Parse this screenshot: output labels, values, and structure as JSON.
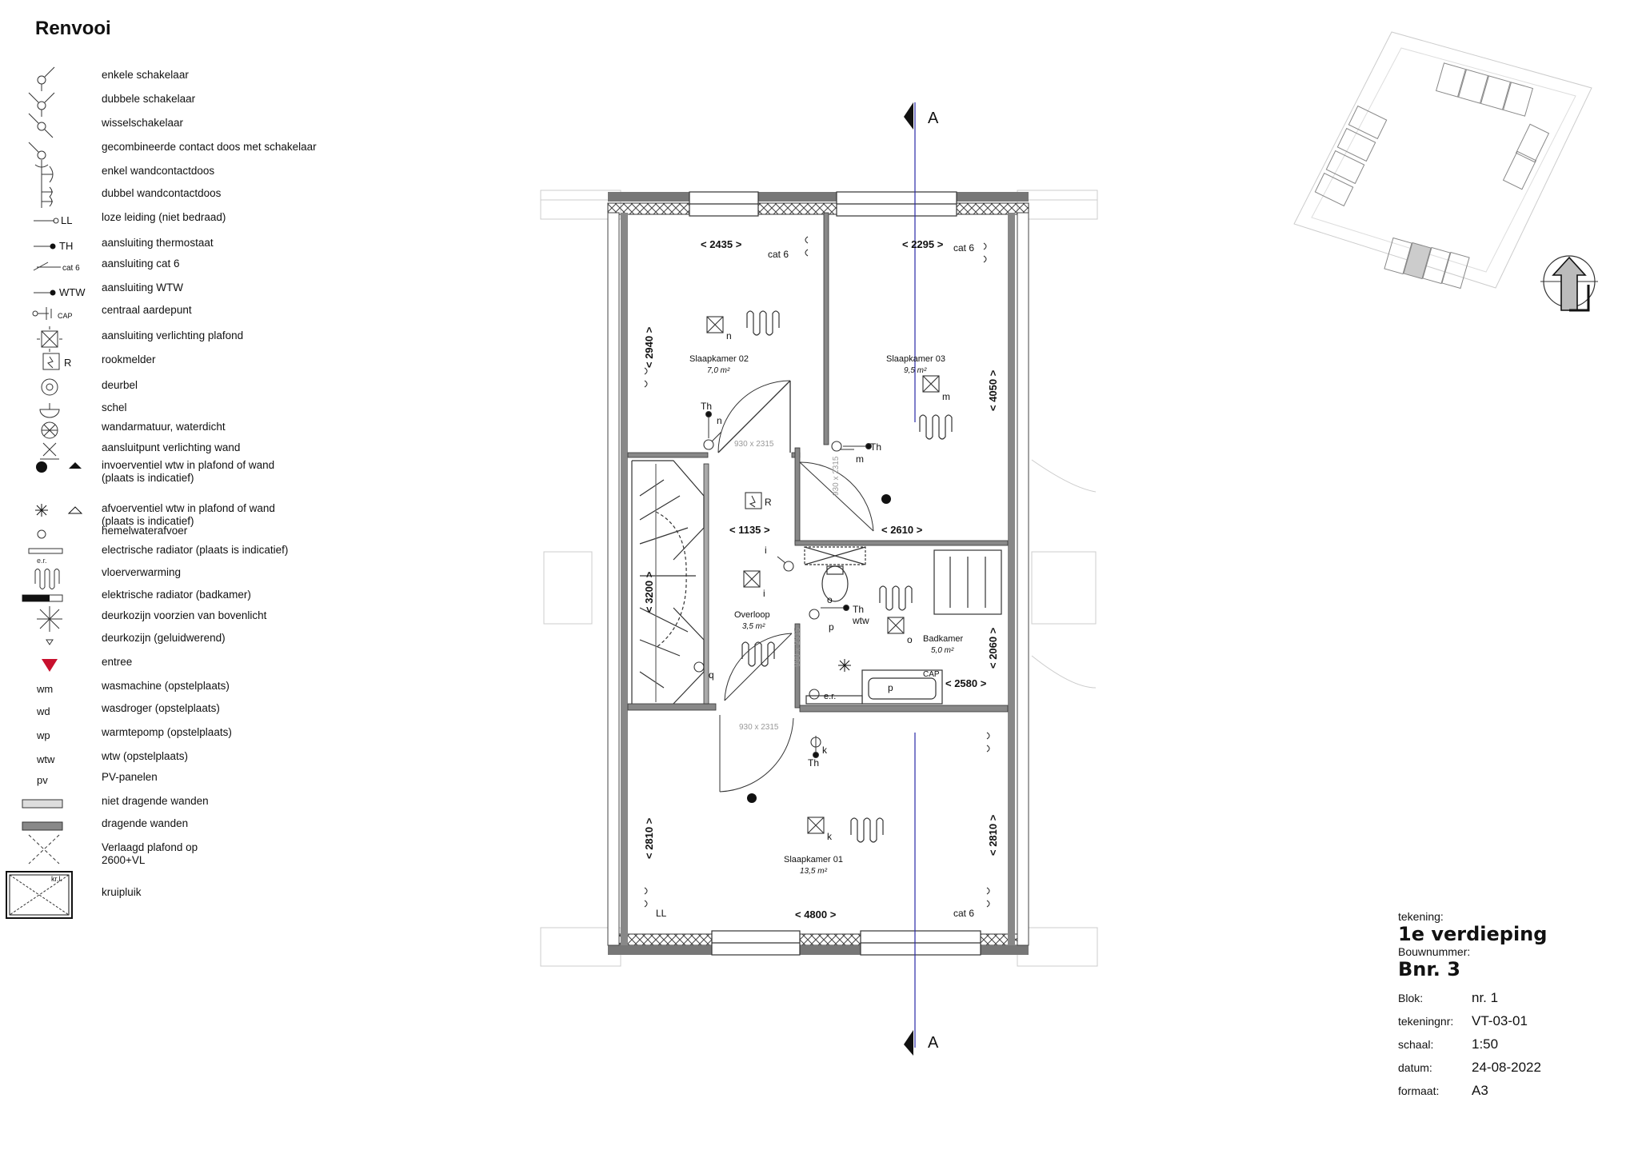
{
  "legend": {
    "title": "Renvooi",
    "items": [
      {
        "icon": "single-switch-icon",
        "label": "enkele schakelaar"
      },
      {
        "icon": "double-switch-icon",
        "label": "dubbele schakelaar"
      },
      {
        "icon": "changeover-switch-icon",
        "label": "wisselschakelaar"
      },
      {
        "icon": "combined-socket-switch-icon",
        "label": "gecombineerde contact doos met schakelaar"
      },
      {
        "icon": "single-socket-icon",
        "label": "enkel wandcontactdoos"
      },
      {
        "icon": "double-socket-icon",
        "label": "dubbel wandcontactdoos"
      },
      {
        "icon": "empty-conduit-icon",
        "label": "loze leiding (niet bedraad)",
        "tag": "LL"
      },
      {
        "icon": "thermostat-connection-icon",
        "label": "aansluiting thermostaat",
        "tag": "TH"
      },
      {
        "icon": "cat6-connection-icon",
        "label": "aansluiting cat 6",
        "tag": "cat 6"
      },
      {
        "icon": "wtw-connection-icon",
        "label": "aansluiting WTW",
        "tag": "WTW"
      },
      {
        "icon": "ground-point-icon",
        "label": "centraal aardepunt",
        "tag": "CAP"
      },
      {
        "icon": "ceiling-light-icon",
        "label": "aansluiting verlichting plafond"
      },
      {
        "icon": "smoke-detector-icon",
        "label": "rookmelder",
        "tag": "R"
      },
      {
        "icon": "doorbell-icon",
        "label": "deurbel"
      },
      {
        "icon": "chime-icon",
        "label": "schel"
      },
      {
        "icon": "waterproof-wall-fixture-icon",
        "label": "wandarmatuur, waterdicht"
      },
      {
        "icon": "wall-light-point-icon",
        "label": "aansluitpunt verlichting wand"
      },
      {
        "icon": "supply-vent-icon",
        "label": "invoerventiel wtw in plafond of wand\n(plaats is indicatief)"
      },
      {
        "icon": "exhaust-vent-icon",
        "label": "afvoerventiel wtw in plafond of wand\n(plaats is indicatief)"
      },
      {
        "icon": "rainwater-drain-icon",
        "label": "hemelwaterafvoer"
      },
      {
        "icon": "electric-radiator-icon",
        "label": "electrische radiator (plaats is indicatief)",
        "tag": "e.r."
      },
      {
        "icon": "floor-heating-icon",
        "label": "vloerverwarming"
      },
      {
        "icon": "bathroom-radiator-icon",
        "label": "elektrische radiator (badkamer)"
      },
      {
        "icon": "skylight-door-icon",
        "label": "deurkozijn voorzien van bovenlicht"
      },
      {
        "icon": "soundproof-door-icon",
        "label": "deurkozijn (geluidwerend)"
      },
      {
        "icon": "entrance-icon",
        "label": "entree"
      },
      {
        "icon": "text-abbrev",
        "label": "wasmachine (opstelplaats)",
        "tag": "wm"
      },
      {
        "icon": "text-abbrev",
        "label": "wasdroger (opstelplaats)",
        "tag": "wd"
      },
      {
        "icon": "text-abbrev",
        "label": "warmtepomp (opstelplaats)",
        "tag": "wp"
      },
      {
        "icon": "text-abbrev",
        "label": "wtw (opstelplaats)",
        "tag": "wtw"
      },
      {
        "icon": "text-abbrev",
        "label": "PV-panelen",
        "tag": "pv"
      },
      {
        "icon": "non-bearing-wall-icon",
        "label": "niet dragende wanden"
      },
      {
        "icon": "bearing-wall-icon",
        "label": "dragende wanden"
      },
      {
        "icon": "lowered-ceiling-icon",
        "label": "Verlaagd plafond op\n2600+VL"
      },
      {
        "icon": "crawl-hatch-icon",
        "label": "kruipluik",
        "tag": "kr.l."
      }
    ]
  },
  "plan": {
    "section_marker_top": "A",
    "section_marker_bottom": "A",
    "rooms": [
      {
        "name": "Slaapkamer 02",
        "area": "7,0 m²"
      },
      {
        "name": "Slaapkamer 03",
        "area": "9,5 m²"
      },
      {
        "name": "Overloop",
        "area": "3,5 m²"
      },
      {
        "name": "Badkamer",
        "area": "5,0 m²"
      },
      {
        "name": "Slaapkamer 01",
        "area": "13,5 m²"
      }
    ],
    "dimensions": [
      "< 2435 >",
      "< 2295 >",
      "< 2940 >",
      "< 4050 >",
      "< 1135 >",
      "< 2610 >",
      "< 3200 >",
      "< 2060 >",
      "< 2580 >",
      "< 2810 >",
      "< 2810 >",
      "< 4800 >"
    ],
    "door_sizes": [
      "930 x 2315",
      "930 x 2315",
      "930 x 2315",
      "930 x 2315"
    ],
    "labels": {
      "cat6": "cat 6",
      "th": "Th",
      "n": "n",
      "m": "m",
      "r": "R",
      "i": "i",
      "o": "o",
      "p": "p",
      "wtw": "wtw",
      "q": "q",
      "k": "k",
      "ll": "LL",
      "cap": "CAP",
      "er": "e.r."
    }
  },
  "titleblock": {
    "tekening_label": "tekening:",
    "tekening_value": "1e verdieping",
    "bouwnummer_label": "Bouwnummer:",
    "bouwnummer_value": "Bnr. 3",
    "rows": [
      {
        "key": "Blok:",
        "value": "nr. 1"
      },
      {
        "key": "tekeningnr:",
        "value": "VT-03-01"
      },
      {
        "key": "schaal:",
        "value": "1:50"
      },
      {
        "key": "datum:",
        "value": "24-08-2022"
      },
      {
        "key": "formaat:",
        "value": "A3"
      }
    ]
  }
}
